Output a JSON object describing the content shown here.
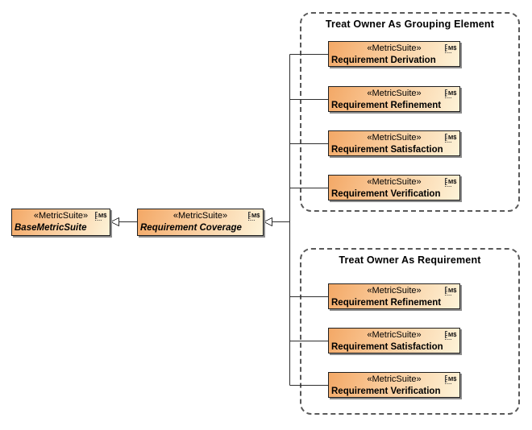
{
  "diagram": {
    "background": "#ffffff",
    "colors": {
      "node_fill_start": "#f3a866",
      "node_fill_end": "#fdf3d8",
      "node_border": "#1f1f1f",
      "node_shadow": "#8c8c8c",
      "group_border": "#595959",
      "connector": "#2e2e2e"
    },
    "icon": {
      "name": "metric-suite-icon",
      "text": "M$"
    }
  },
  "groups": [
    {
      "title": "Treat Owner As Grouping Element"
    },
    {
      "title": "Treat Owner As Requirement"
    }
  ],
  "nodes": [
    {
      "stereotype": "«MetricSuite»",
      "name": "BaseMetricSuite"
    },
    {
      "stereotype": "«MetricSuite»",
      "name": "Requirement Coverage"
    },
    {
      "stereotype": "«MetricSuite»",
      "name": "Requirement Derivation"
    },
    {
      "stereotype": "«MetricSuite»",
      "name": "Requirement Refinement"
    },
    {
      "stereotype": "«MetricSuite»",
      "name": "Requirement Satisfaction"
    },
    {
      "stereotype": "«MetricSuite»",
      "name": "Requirement Verification"
    },
    {
      "stereotype": "«MetricSuite»",
      "name": "Requirement Refinement"
    },
    {
      "stereotype": "«MetricSuite»",
      "name": "Requirement Satisfaction"
    },
    {
      "stereotype": "«MetricSuite»",
      "name": "Requirement Verification"
    }
  ]
}
